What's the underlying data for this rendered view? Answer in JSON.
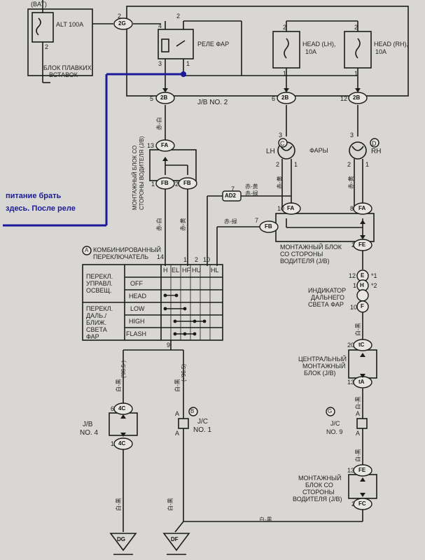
{
  "annotation": {
    "line1": "питание брать",
    "line2": "здесь. После реле",
    "color": "#1a1a9a"
  },
  "top": {
    "bat": "(BAT)",
    "alt": "ALT 100A",
    "fuse_block": "БЛОК ПЛАВКИХ",
    "fuse_block2": "ВСТАВОК",
    "relay": "РЕЛЕ ФАР",
    "head_lh": "HEAD (LH),",
    "head_lh_amp": "10A",
    "head_rh": "HEAD (RH),",
    "head_rh_amp": "10A",
    "jb2": "J/B NO. 2",
    "pin2": "2",
    "pin3": "3",
    "pin4": "4",
    "pin1": "1",
    "c2g": "2G",
    "c2g_pin": "2",
    "c2b_a": "2B",
    "c2b_a_pin": "5",
    "c2b_b": "2B",
    "c2b_b_pin": "6",
    "c2b_c": "2B",
    "c2b_c_pin": "12"
  },
  "headlamps": {
    "label": "ФАРЫ",
    "lh": "LH",
    "rh": "RH",
    "lh_mark": "C",
    "rh_mark": "D",
    "pin3": "3",
    "pin2": "2",
    "pin1": "1"
  },
  "driver_jb_left": {
    "label1": "МОНТАЖНЫЙ БЛОК СО",
    "label2": "СТОРОНЫ ВОДИТЕЛЯ (J/B)",
    "fa": "FA",
    "fa_pin": "13",
    "fb1": "FB",
    "fb1_pin": "1",
    "fb2": "FB",
    "fb2_pin": "2"
  },
  "driver_jb_right": {
    "label1": "МОНТАЖНЫЙ БЛОК",
    "label2": "СО СТОРОНЫ",
    "label3": "ВОДИТЕЛЯ (J/B)",
    "fa1": "FA",
    "fa1_pin": "10",
    "fa2": "FA",
    "fa2_pin": "8",
    "fb": "FB",
    "fb_pin": "7",
    "fe": "FE",
    "fe_pin": "2",
    "ad2": "AD2",
    "ad2_pin": "7"
  },
  "switch": {
    "mark": "A",
    "title1": "КОМБИНИРОВАННЫЙ",
    "title2": "ПЕРЕКЛЮЧАТЕЛЬ",
    "pins": [
      "14",
      "1",
      "2",
      "10"
    ],
    "cols": [
      "H",
      "EL",
      "HF",
      "HU",
      "HL"
    ],
    "group1": [
      "ПЕРЕКЛ.",
      "УПРАВЛ.",
      "ОСВЕЩ."
    ],
    "group2": [
      "ПЕРЕКЛ.",
      "ДАЛЬ./",
      "БЛИЖ.",
      "СВЕТА",
      "ФАР"
    ],
    "rows": [
      "OFF",
      "HEAD",
      "LOW",
      "HIGH",
      "FLASH"
    ],
    "out_pin": "9"
  },
  "indicator": {
    "pin12": "12",
    "e": "E",
    "star1": "*1",
    "pin1": "1",
    "h": "H",
    "star2": "*2",
    "label1": "ИНДИКАТОР",
    "label2": "ДАЛЬНЕГО",
    "label3": "СВЕТА ФАР",
    "f": "F",
    "pin10": "10"
  },
  "central_jb": {
    "label1": "ЦЕНТРАЛЬНЫЙ",
    "label2": "МОНТАЖНЫЙ",
    "label3": "БЛОК (J/B)",
    "c1": "tC",
    "c1_pin": "20",
    "c2": "tA",
    "c2_pin": "13"
  },
  "jc9": {
    "mark": "G",
    "label1": "J/C",
    "label2": "NO. 9",
    "a": "A"
  },
  "driver_jb_bottom": {
    "label1": "МОНТАЖНЫЙ",
    "label2": "БЛОК СО",
    "label3": "СТОРОНЫ",
    "label4": "ВОДИТЕЛЯ (J/B)",
    "fe": "FE",
    "fe_pin": "13",
    "fc": "FC",
    "fc_pin": "2"
  },
  "jb4": {
    "label1": "J/B",
    "label2": "NO. 4",
    "c1": "4C",
    "c1_pin": "6",
    "c2": "4C",
    "c2_pin": "1"
  },
  "jc1": {
    "mark": "B",
    "label1": "J/C",
    "label2": "NO. 1",
    "a": "A"
  },
  "grounds": {
    "dg": "DG",
    "df": "DF"
  },
  "wires": {
    "w1": "赤-白",
    "w2": "赤-黄",
    "w3": "赤-緑",
    "w4": "白-黒",
    "w5": "('96.5-)",
    "w6": "(-'96.5)"
  }
}
